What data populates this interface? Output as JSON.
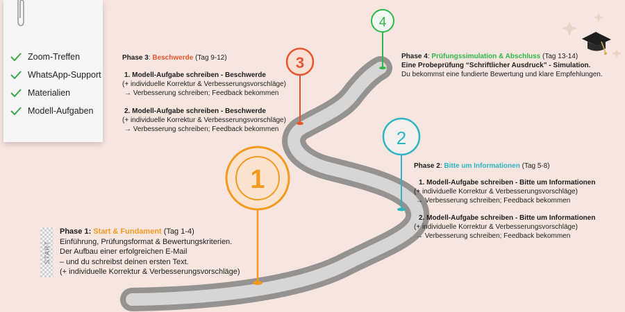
{
  "features": [
    {
      "label": "Zoom-Treffen",
      "icon": "check-icon"
    },
    {
      "label": "WhatsApp-Support",
      "icon": "check-icon"
    },
    {
      "label": "Materialien",
      "icon": "check-icon"
    },
    {
      "label": "Modell-Aufgaben",
      "icon": "check-icon"
    }
  ],
  "milestones": [
    {
      "number": "1",
      "color": "#f39a1f"
    },
    {
      "number": "2",
      "color": "#2eb4c2"
    },
    {
      "number": "3",
      "color": "#e8552f"
    },
    {
      "number": "4",
      "color": "#2fb84a"
    }
  ],
  "phase1": {
    "prefix": "Phase 1:",
    "name": "Start & Fundament",
    "days": "(Tag 1-4)",
    "lines": [
      "Einführung, Prüfungsformat & Bewertungskriterien.",
      "Der Aufbau einer erfolgreichen E-Mail",
      "– und du schreibst deinen ersten Text.",
      "(+ individuelle Korrektur & Verbesserungsvorschläge)"
    ]
  },
  "phase2": {
    "prefix": "Phase 2",
    "name": "Bitte um Informationen",
    "days": "(Tag 5-8)",
    "tasks": [
      {
        "title": "1. Modell-Aufgabe schreiben - Bitte um Informationen",
        "line1": "(+ individuelle Korrektur & Verbesserungsvorschläge)",
        "line2": "→ Verbesserung schreiben; Feedback bekommen"
      },
      {
        "title": "2. Modell-Aufgabe schreiben - Bitte um Informationen",
        "line1": "(+ individuelle Korrektur & Verbesserungsvorschläge)",
        "line2": "→ Verbesserung schreiben; Feedback bekommen"
      }
    ]
  },
  "phase3": {
    "prefix": "Phase 3",
    "name": "Beschwerde",
    "days": "(Tag 9-12)",
    "tasks": [
      {
        "title": "1. Modell-Aufgabe schreiben - Beschwerde",
        "line1": "(+ individuelle Korrektur & Verbesserungsvorschläge)",
        "line2": "→ Verbesserung schreiben; Feedback bekommen"
      },
      {
        "title": "2. Modell-Aufgabe schreiben - Beschwerde",
        "line1": "(+ individuelle Korrektur & Verbesserungsvorschläge)",
        "line2": "→ Verbesserung schreiben; Feedback bekommen"
      }
    ]
  },
  "phase4": {
    "prefix": "Phase 4",
    "name": "Prüfungssimulation & Abschluss",
    "days": "(Tag 13-14)",
    "line1": "Eine Probeprüfung “Schriftlicher Ausdruck” - Simulation.",
    "line2": "Du bekommst eine fundierte Bewertung und klare Empfehlungen."
  },
  "start_label": "START",
  "icons": {
    "graduation": "graduation-cap-icon",
    "clip": "paperclip-icon",
    "sparkle": "sparkle-icon"
  }
}
